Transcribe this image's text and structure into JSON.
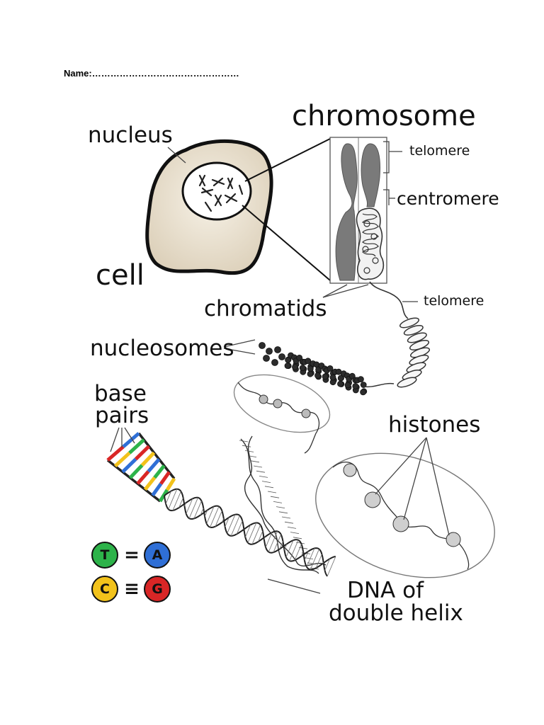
{
  "header": {
    "name_line": "Name:…………………………………………"
  },
  "labels": {
    "nucleus": "nucleus",
    "cell": "cell",
    "chromosome": "chromosome",
    "telomere_top": "telomere",
    "centromere": "centromere",
    "chromatids": "chromatids",
    "telomere_bottom": "telomere",
    "nucleosomes": "nucleosomes",
    "base_pairs_line1": "base",
    "base_pairs_line2": "pairs",
    "histones": "histones",
    "dna_line1": "DNA of",
    "dna_line2": "double helix"
  },
  "base_pair_key": [
    {
      "left": "T",
      "left_color": "#2db34a",
      "sign": "=",
      "right": "A",
      "right_color": "#2f6fd6"
    },
    {
      "left": "C",
      "left_color": "#f2c21b",
      "sign": "≡",
      "right": "G",
      "right_color": "#d92626"
    }
  ],
  "rung_colors": [
    "#d92626",
    "#f2c21b",
    "#2f6fd6",
    "#2db34a"
  ]
}
